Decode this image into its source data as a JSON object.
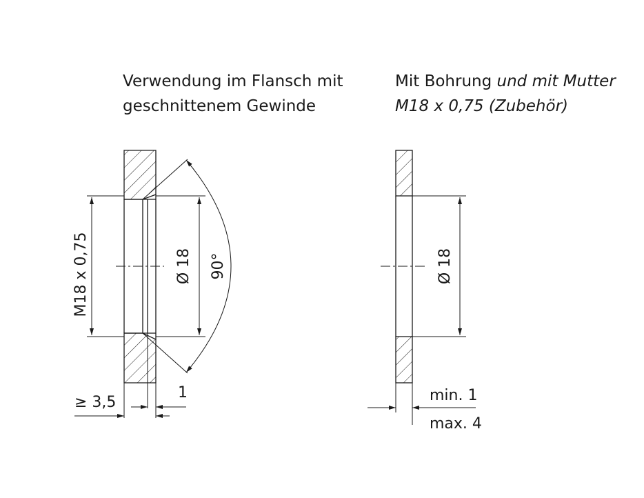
{
  "left": {
    "title_line1": "Verwendung im Flansch mit",
    "title_line2": "geschnittenem Gewinde",
    "thread_label": "M18 x 0,75",
    "diameter_label": "Ø 18",
    "angle_label": "90°",
    "min_thickness_label": "≥ 3,5",
    "chamfer_label": "1"
  },
  "right": {
    "title_line1_regular": "Mit Bohrung ",
    "title_line1_italic": "und mit Mutter",
    "title_line2": "M18 x 0,75 (Zubehör)",
    "diameter_label": "Ø 18",
    "min_label": "min. 1",
    "max_label": "max. 4"
  }
}
